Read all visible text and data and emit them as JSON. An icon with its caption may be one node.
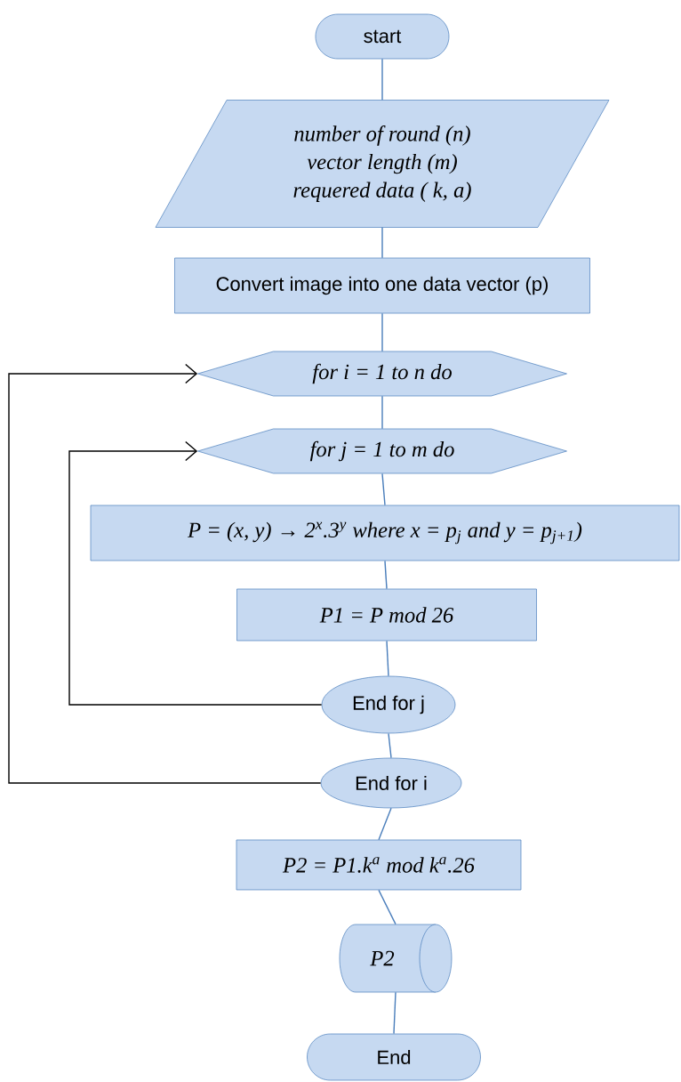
{
  "diagram": {
    "nodes": [
      {
        "text": [
          "start"
        ]
      },
      {
        "text": [
          "number of round (n)",
          "vector length (m)",
          "requered data ( k, a)"
        ]
      },
      {
        "text": [
          "Convert image into one data vector (p)"
        ]
      },
      {
        "text": [
          "for i = 1 to n do"
        ]
      },
      {
        "text": [
          "for j = 1 to m do"
        ]
      },
      {
        "text": [
          "P = (x, y) → 2$^{x}$.3$^{y}$ where x = p$_{j}$ and y = p$_{j+1}$)"
        ]
      },
      {
        "text": [
          "P1 = P mod 26"
        ]
      },
      {
        "text": [
          "End for j"
        ]
      },
      {
        "text": [
          "End for i"
        ]
      },
      {
        "text": [
          "P2 = P1.k$^{a}$ mod k$^{a}$.26"
        ]
      },
      {
        "text": [
          "P2"
        ]
      },
      {
        "text": [
          "End"
        ]
      }
    ],
    "edges": [
      {
        "from": 0,
        "to": 1,
        "arrow": "none"
      },
      {
        "from": 1,
        "to": 2,
        "arrow": "none"
      },
      {
        "from": 2,
        "to": 3,
        "arrow": "none"
      },
      {
        "from": 3,
        "to": 4,
        "arrow": "none"
      },
      {
        "from": 4,
        "to": 5,
        "arrow": "none"
      },
      {
        "from": 5,
        "to": 6,
        "arrow": "none"
      },
      {
        "from": 6,
        "to": 7,
        "arrow": "none"
      },
      {
        "from": 7,
        "to": 8,
        "arrow": "none"
      },
      {
        "from": 8,
        "to": 9,
        "arrow": "none"
      },
      {
        "from": 9,
        "to": 10,
        "arrow": "none"
      },
      {
        "from": 10,
        "to": 11,
        "arrow": "none"
      },
      {
        "from": 7,
        "to": 4,
        "arrow": "to",
        "color": "#000000"
      },
      {
        "from": 8,
        "to": 3,
        "arrow": "to",
        "color": "#000000"
      }
    ]
  }
}
